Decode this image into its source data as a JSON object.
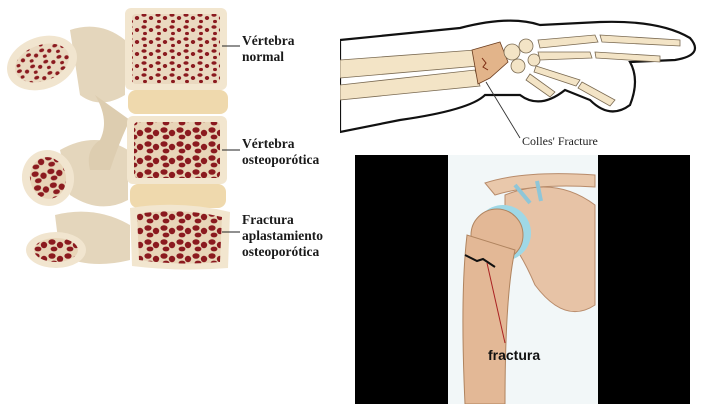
{
  "spine": {
    "labels": {
      "normal_line1": "Vértebra",
      "normal_line2": "normal",
      "osteo_line1": "Vértebra",
      "osteo_line2": "osteoporótica",
      "fracture_line1": "Fractura",
      "fracture_line2": "aplastamiento",
      "fracture_line3": "osteoporótica"
    }
  },
  "wrist": {
    "label": "Colles' Fracture"
  },
  "shoulder": {
    "label": "fractura"
  },
  "colors": {
    "bone": "#e9dcc2",
    "marrow": "#8b1a1f",
    "wrist_bone": "#f3e4c6",
    "shoulder_bg": "#000000",
    "cartilage": "#9fd8e6"
  }
}
